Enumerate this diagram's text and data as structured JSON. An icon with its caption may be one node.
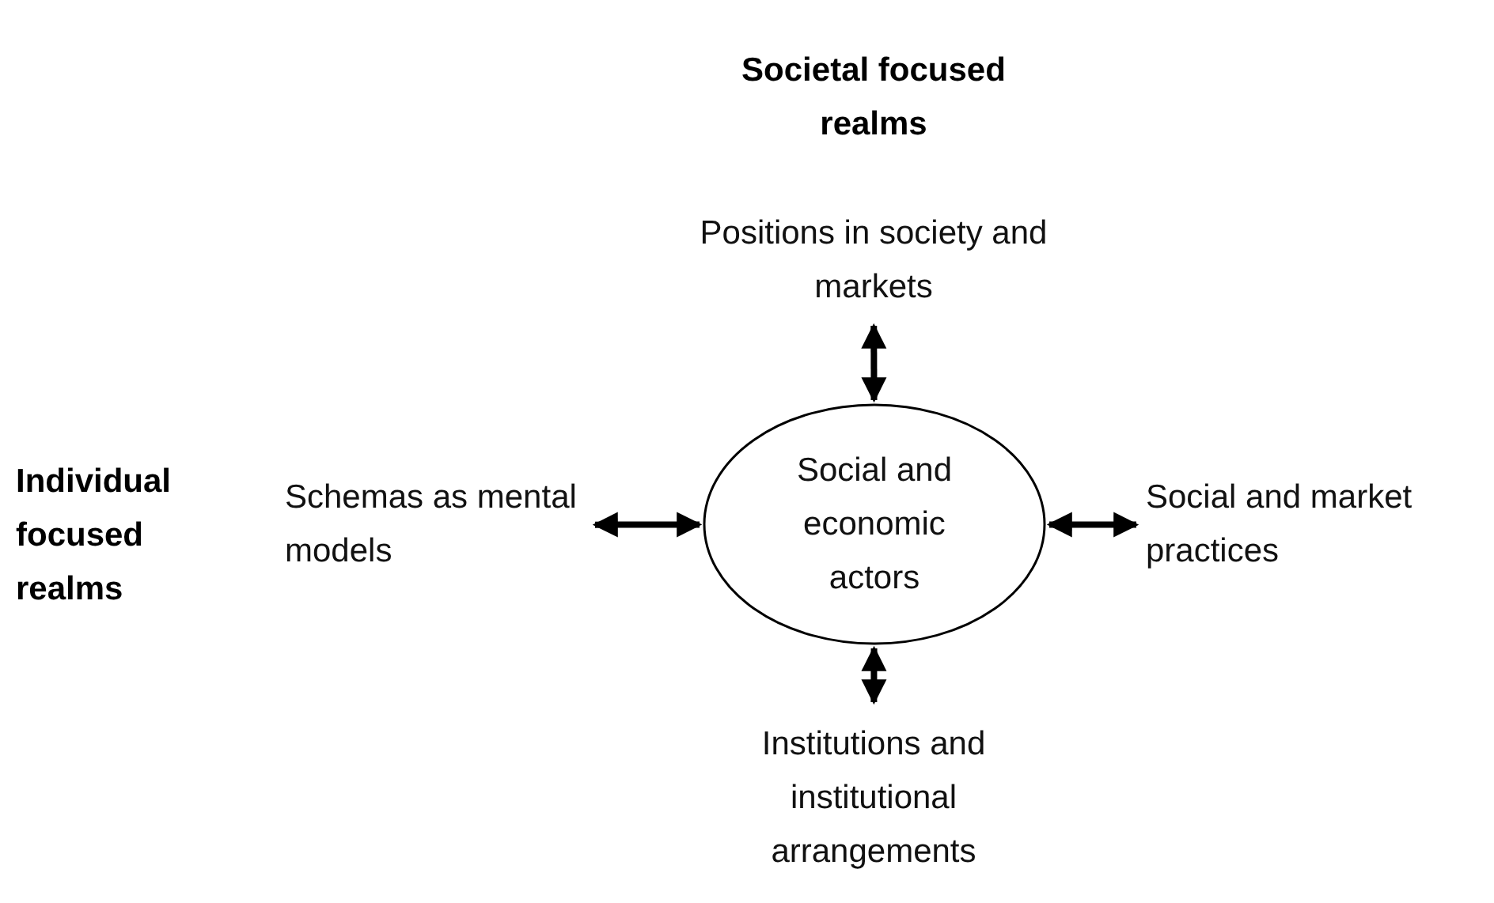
{
  "diagram": {
    "nodes": [
      {
        "text": [
          "Social and economic actors"
        ]
      },
      {
        "text": [
          "Positions in society and markets"
        ]
      },
      {
        "text": [
          "Schemas as mental models"
        ]
      },
      {
        "text": [
          "Social and market practices"
        ]
      },
      {
        "text": [
          "Institutions and institutional arrangements"
        ]
      }
    ],
    "edges": [
      {
        "from": 0,
        "to": 1,
        "arrow": "both"
      },
      {
        "from": 0,
        "to": 2,
        "arrow": "both"
      },
      {
        "from": 0,
        "to": 3,
        "arrow": "both"
      },
      {
        "from": 0,
        "to": 4,
        "arrow": "both"
      }
    ],
    "labels": [
      "Societal focused realms",
      "Individual focused realms"
    ]
  }
}
